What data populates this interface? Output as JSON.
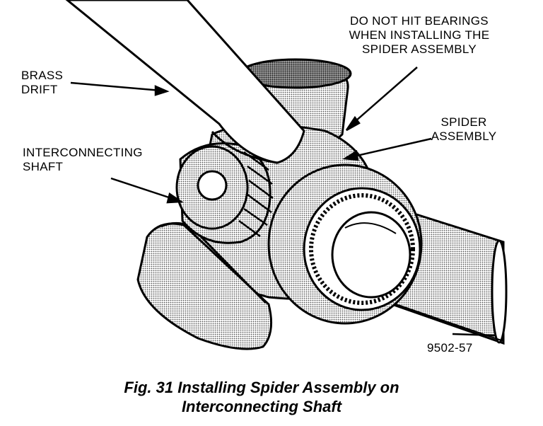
{
  "callouts": {
    "warning": [
      "DO NOT HIT BEARINGS",
      "WHEN INSTALLING THE",
      "SPIDER ASSEMBLY"
    ],
    "brass_drift": [
      "BRASS",
      "DRIFT"
    ],
    "spider_assembly": [
      "SPIDER",
      "ASSEMBLY"
    ],
    "interconnecting_shaft": [
      "INTERCONNECTING",
      "SHAFT"
    ]
  },
  "figure_number": "9502-57",
  "caption": [
    "Fig. 31 Installing Spider Assembly on",
    "Interconnecting Shaft"
  ]
}
